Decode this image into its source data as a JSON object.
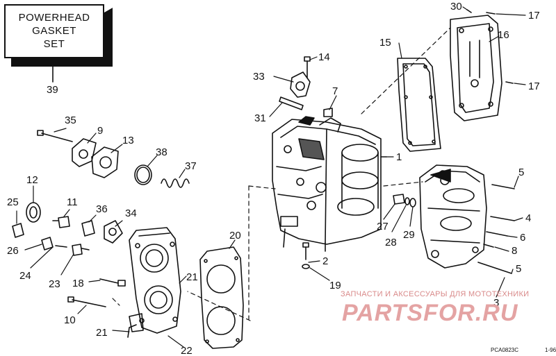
{
  "kit_label": {
    "lines": [
      "POWERHEAD",
      "GASKET",
      "SET"
    ],
    "part_number": "39"
  },
  "callouts": {
    "c1": "1",
    "c2": "2",
    "c3": "3",
    "c4": "4",
    "c5a": "5",
    "c5b": "5",
    "c6": "6",
    "c7": "7",
    "c8": "8",
    "c9": "9",
    "c10": "10",
    "c11": "11",
    "c12": "12",
    "c13": "13",
    "c14": "14",
    "c15": "15",
    "c16": "16",
    "c17a": "17",
    "c17b": "17",
    "c18": "18",
    "c19": "19",
    "c20": "20",
    "c21a": "21",
    "c21b": "21",
    "c22": "22",
    "c23": "23",
    "c24": "24",
    "c25": "25",
    "c26": "26",
    "c27": "27",
    "c28": "28",
    "c29": "29",
    "c30": "30",
    "c31": "31",
    "c33": "33",
    "c34": "34",
    "c35": "35",
    "c36": "36",
    "c37": "37",
    "c38": "38"
  },
  "watermark": {
    "tagline": "ЗАПЧАСТИ И АКСЕССУАРЫ ДЛЯ МОТОТЕХНИКИ",
    "logo": "PARTSFOR.RU"
  },
  "diagram_code": "PCA0823C",
  "diagram_rev": "1-96"
}
